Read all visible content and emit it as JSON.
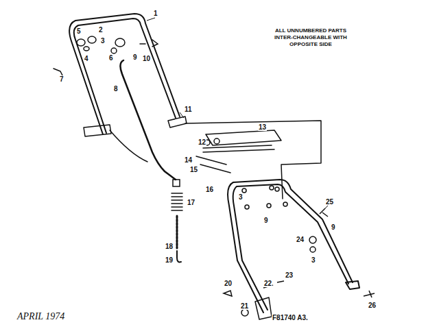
{
  "diagram": {
    "labels": [
      "ALL UNNUMBERED PARTS INTER-CHANGEABLE WITH OPPOSITE SIDE",
      "1",
      "2",
      "5",
      "3",
      "6",
      "4",
      "9",
      "10",
      "7",
      "8",
      "11",
      "12",
      "13",
      "14",
      "15",
      "16",
      "3",
      "17",
      "9",
      "25",
      "9",
      "18",
      "24",
      "3",
      "19",
      "20",
      "22",
      "23",
      "26",
      "21",
      "APRIL 1974",
      "F81740 A3."
    ]
  }
}
